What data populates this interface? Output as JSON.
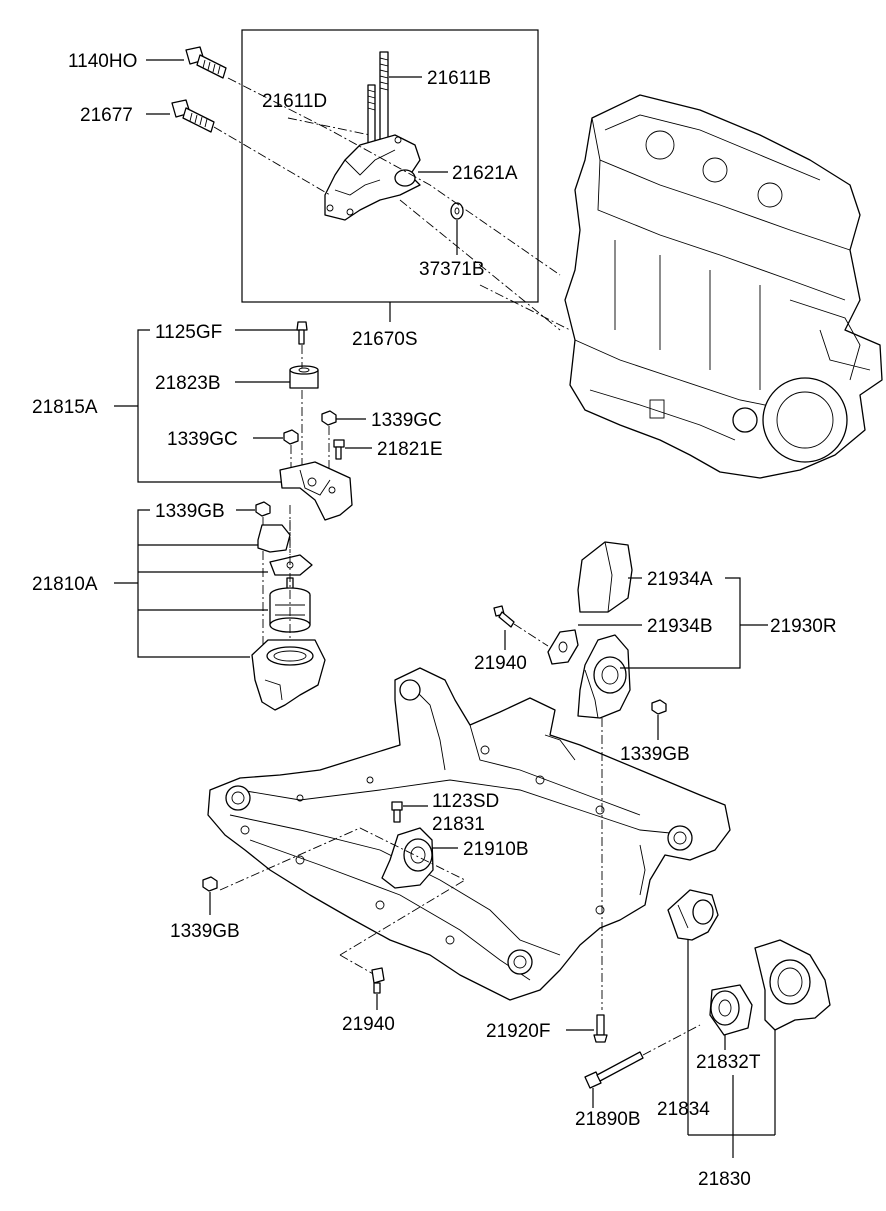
{
  "labels": {
    "l1140HO": "1140HO",
    "l21677": "21677",
    "l21611D": "21611D",
    "l21611B": "21611B",
    "l21621A": "21621A",
    "l37371B": "37371B",
    "l21670S": "21670S",
    "l1125GF": "1125GF",
    "l21823B": "21823B",
    "l21815A": "21815A",
    "l1339GC_a": "1339GC",
    "l1339GC_b": "1339GC",
    "l21821E": "21821E",
    "l1339GB_a": "1339GB",
    "l21810A": "21810A",
    "l21934A": "21934A",
    "l21934B": "21934B",
    "l21930R": "21930R",
    "l21940_a": "21940",
    "l1339GB_b": "1339GB",
    "l1123SD": "1123SD",
    "l21831": "21831",
    "l21910B": "21910B",
    "l1339GB_c": "1339GB",
    "l21940_b": "21940",
    "l21920F": "21920F",
    "l21832T": "21832T",
    "l21890B": "21890B",
    "l21834": "21834",
    "l21830": "21830"
  }
}
